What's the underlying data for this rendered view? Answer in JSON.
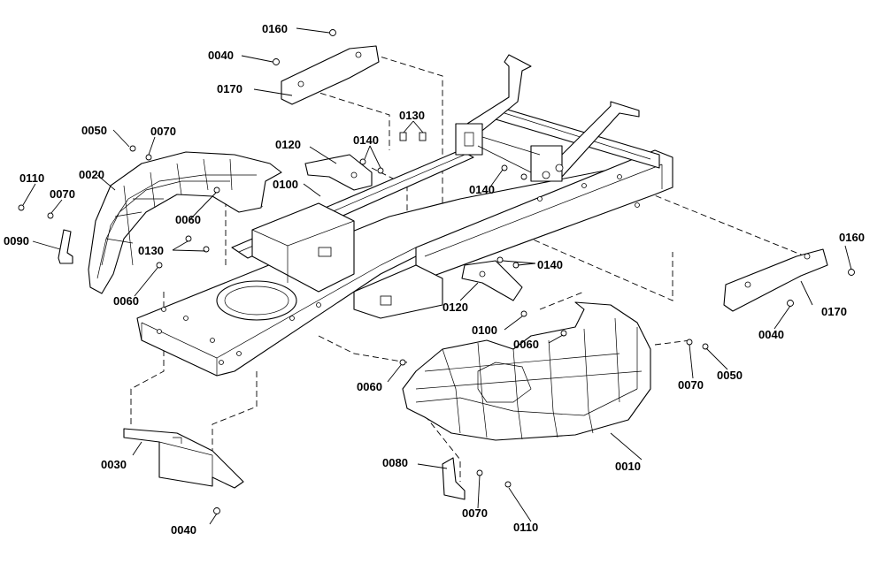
{
  "callouts": {
    "c_0160_top": "0160",
    "c_0040_top": "0040",
    "c_0170_top": "0170",
    "c_0130_top": "0130",
    "c_0050_left": "0050",
    "c_0070_left": "0070",
    "c_0120_top": "0120",
    "c_0140_top": "0140",
    "c_0020": "0020",
    "c_0110_left": "0110",
    "c_0070_left2": "0070",
    "c_0100_top": "0100",
    "c_0060_left": "0060",
    "c_0140_mid": "0140",
    "c_0090": "0090",
    "c_0130_mid": "0130",
    "c_0060_left2": "0060",
    "c_0160_right": "0160",
    "c_0140_right": "0140",
    "c_0170_right": "0170",
    "c_0120_mid": "0120",
    "c_0040_right": "0040",
    "c_0100_mid": "0100",
    "c_0060_mid": "0060",
    "c_0070_right": "0070",
    "c_0050_right": "0050",
    "c_0060_low": "0060",
    "c_0030": "0030",
    "c_0010": "0010",
    "c_0080": "0080",
    "c_0070_low": "0070",
    "c_0040_low": "0040",
    "c_0110_low": "0110"
  }
}
